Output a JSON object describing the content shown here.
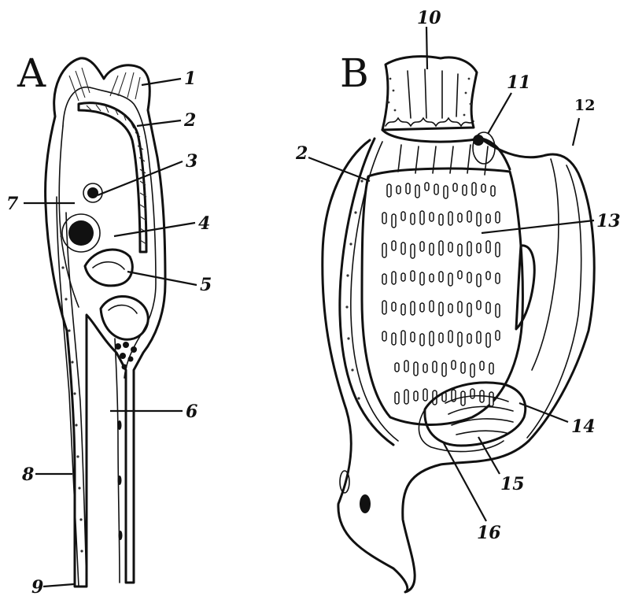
{
  "panels": {
    "a": {
      "letter": "A"
    },
    "b": {
      "letter": "B"
    }
  },
  "labels_a": [
    {
      "key": "1",
      "text": "1"
    },
    {
      "key": "2",
      "text": "2"
    },
    {
      "key": "3",
      "text": "3"
    },
    {
      "key": "4",
      "text": "4"
    },
    {
      "key": "5",
      "text": "5"
    },
    {
      "key": "6",
      "text": "6"
    },
    {
      "key": "7",
      "text": "7"
    },
    {
      "key": "8",
      "text": "8"
    },
    {
      "key": "9",
      "text": "9"
    }
  ],
  "labels_b": [
    {
      "key": "2",
      "text": "2"
    },
    {
      "key": "10",
      "text": "10"
    },
    {
      "key": "11",
      "text": "11"
    },
    {
      "key": "12",
      "text": "12"
    },
    {
      "key": "13",
      "text": "13"
    },
    {
      "key": "14",
      "text": "14"
    },
    {
      "key": "15",
      "text": "15"
    },
    {
      "key": "16",
      "text": "16"
    }
  ]
}
